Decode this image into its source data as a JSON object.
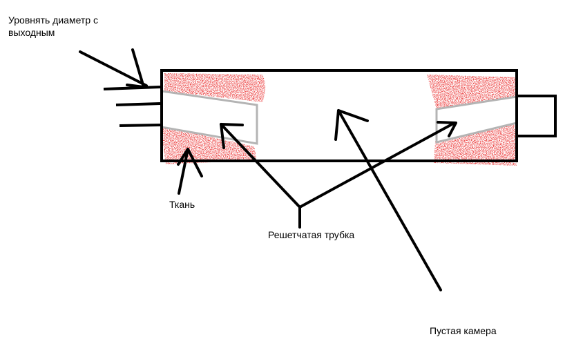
{
  "labels": {
    "equalize_diameter": "Уровнять диаметр с выходным",
    "fabric": "Ткань",
    "perforated_tube": "Решетчатая трубка",
    "empty_chamber": "Пустая камера"
  },
  "colors": {
    "outline": "#000000",
    "tube": "#b4b4b4",
    "fabric": "#d81818",
    "background": "#ffffff"
  }
}
